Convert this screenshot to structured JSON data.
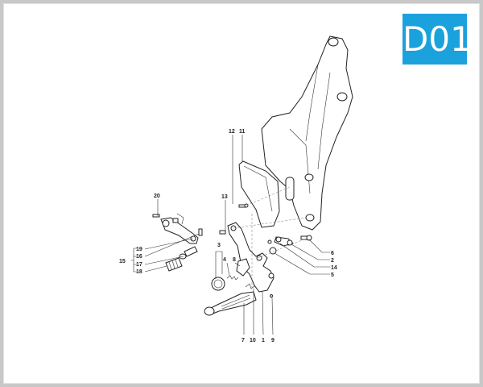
{
  "diagram_code": "D01",
  "badge_color": "#1ba1dc",
  "part_labels": {
    "p1": "1",
    "p2": "2",
    "p3": "3",
    "p4": "4",
    "p5": "5",
    "p6": "6",
    "p7": "7",
    "p8": "8",
    "p9": "9",
    "p10": "10",
    "p11": "11",
    "p12": "12",
    "p13": "13",
    "p14": "14",
    "p15": "15",
    "p16": "16",
    "p17": "17",
    "p18": "18",
    "p19": "19",
    "p20": "20"
  }
}
